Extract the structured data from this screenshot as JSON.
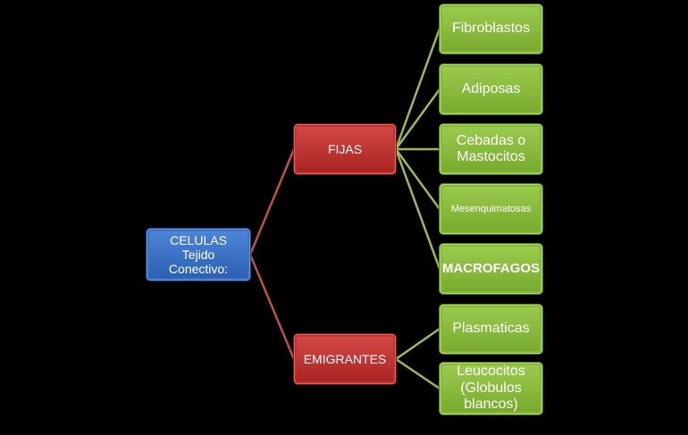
{
  "root": {
    "label": "CELULAS\nTejido\nConectivo:"
  },
  "fijas": {
    "label": "FIJAS",
    "children": [
      "Fibroblastos",
      "Adiposas",
      "Cebadas o\nMastocitos",
      "Mesenquimatosas",
      "MACROFAGOS"
    ]
  },
  "emigrantes": {
    "label": "EMIGRANTES",
    "children": [
      "Plasmaticas",
      "Leucocitos\n(Globulos\nblancos)"
    ]
  },
  "colors": {
    "root": "#3a6fc4",
    "level1": "#bb3330",
    "level2": "#86b83a",
    "link_red": "#c0504d",
    "link_green": "#9bbb59"
  }
}
